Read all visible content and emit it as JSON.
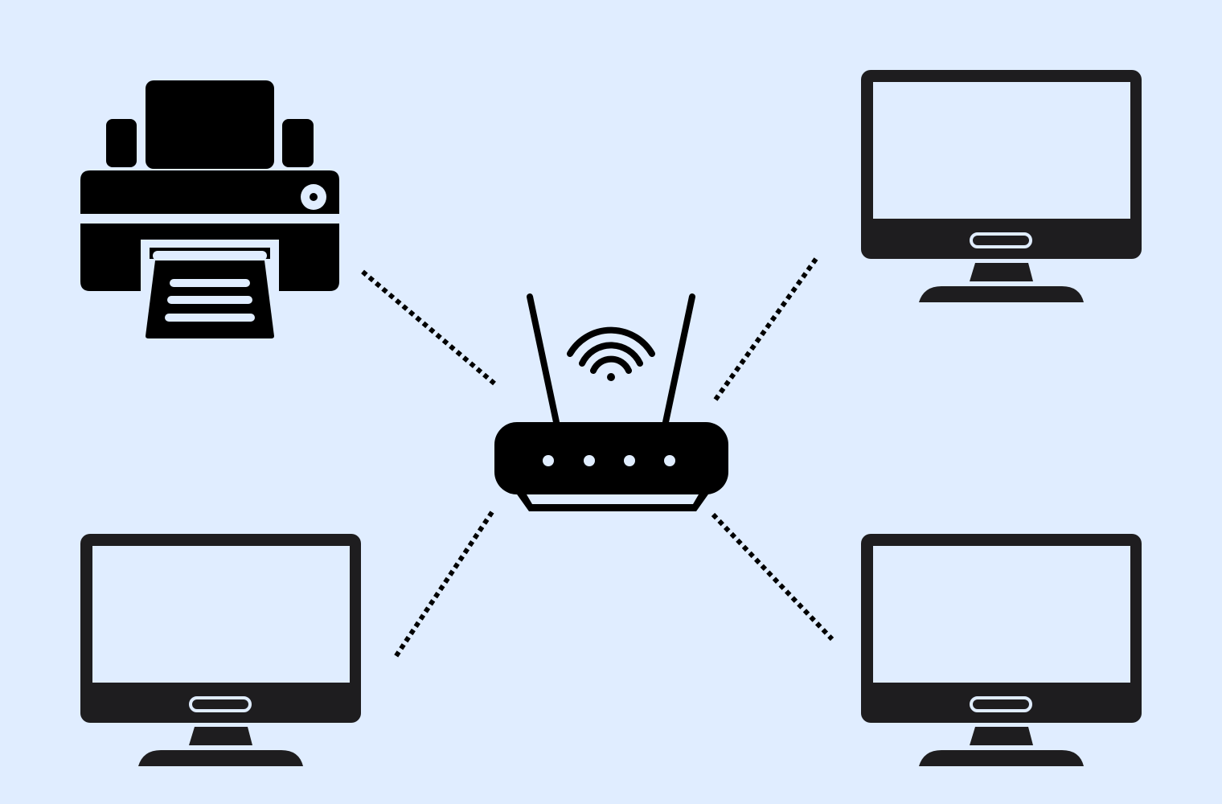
{
  "colors": {
    "background": "#e0edff",
    "icon_dark": "#000000",
    "monitor_dark": "#1e1d1f",
    "connection": "#000000"
  },
  "diagram": {
    "center_node": {
      "icon": "wifi-router-icon"
    },
    "nodes": [
      {
        "id": "printer",
        "icon": "printer-icon"
      },
      {
        "id": "monitor-top-right",
        "icon": "monitor-icon"
      },
      {
        "id": "monitor-bottom-left",
        "icon": "monitor-icon"
      },
      {
        "id": "monitor-bottom-right",
        "icon": "monitor-icon"
      }
    ],
    "connections": [
      {
        "from": "router",
        "to": "printer",
        "style": "dotted"
      },
      {
        "from": "router",
        "to": "monitor-top-right",
        "style": "dotted"
      },
      {
        "from": "router",
        "to": "monitor-bottom-left",
        "style": "dotted"
      },
      {
        "from": "router",
        "to": "monitor-bottom-right",
        "style": "dotted"
      }
    ]
  }
}
